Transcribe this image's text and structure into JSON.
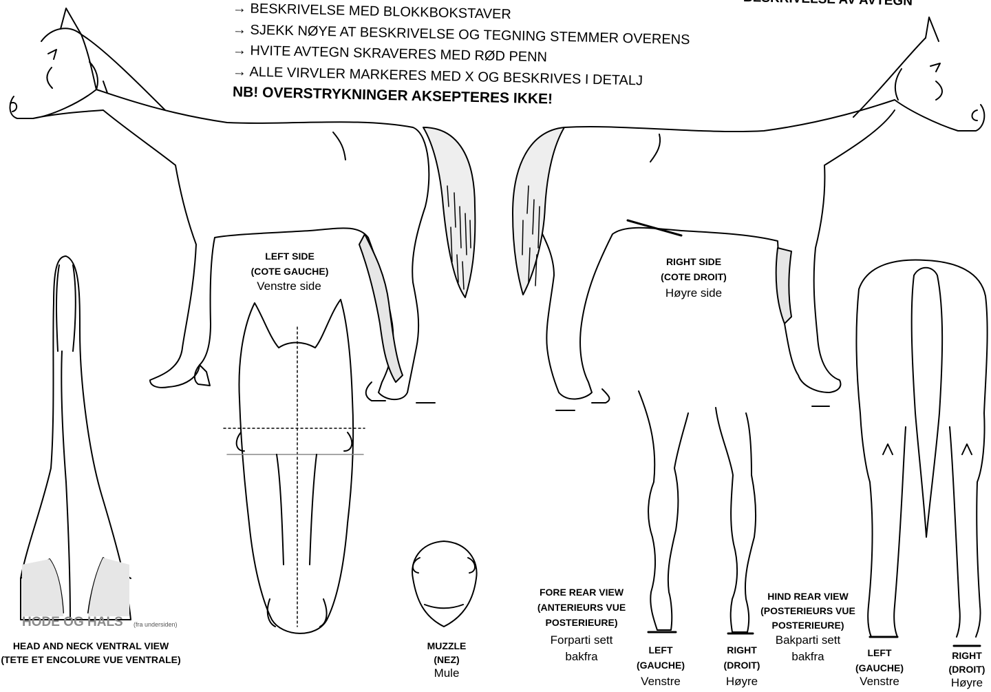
{
  "header": {
    "top_right": "BESKRIVELSE AV AVTEGN",
    "instructions": [
      "→ BESKRIVELSE MED BLOKKBOKSTAVER",
      "→ SJEKK NØYE AT BESKRIVELSE OG TEGNING STEMMER OVERENS",
      "→ HVITE AVTEGN SKRAVERES MED RØD PENN",
      "→ ALLE VIRVLER MARKERES MED X OG BESKRIVES I DETALJ"
    ],
    "warning": "NB! OVERSTRYKNINGER AKSEPTERES IKKE!"
  },
  "labels": {
    "left_side": [
      "LEFT SIDE",
      "(COTE GAUCHE)",
      "Venstre side"
    ],
    "right_side": [
      "RIGHT SIDE",
      "(COTE DROIT)",
      "Høyre side"
    ],
    "head_neck": [
      "HODE OG HALS",
      "(fra undersiden)",
      "HEAD AND NECK VENTRAL VIEW",
      "(TETE ET ENCOLURE VUE VENTRALE)"
    ],
    "muzzle": [
      "MUZZLE",
      "(NEZ)",
      "Mule"
    ],
    "fore_rear": [
      "FORE REAR VIEW",
      "(ANTERIEURS VUE",
      "POSTERIEURE)",
      "Forparti sett",
      "bakfra"
    ],
    "hind_rear": [
      "HIND REAR VIEW",
      "(POSTERIEURS VUE",
      "POSTERIEURE)",
      "Bakparti sett",
      "bakfra"
    ],
    "fore_left": [
      "LEFT",
      "(GAUCHE)",
      "Venstre"
    ],
    "fore_right": [
      "RIGHT",
      "(DROIT)",
      "Høyre"
    ],
    "hind_left": [
      "LEFT",
      "(GAUCHE)",
      "Venstre"
    ],
    "hind_right": [
      "RIGHT",
      "(DROIT)",
      "Høyre"
    ]
  },
  "colors": {
    "line": "#000000",
    "shade": "#e6e6e6"
  }
}
